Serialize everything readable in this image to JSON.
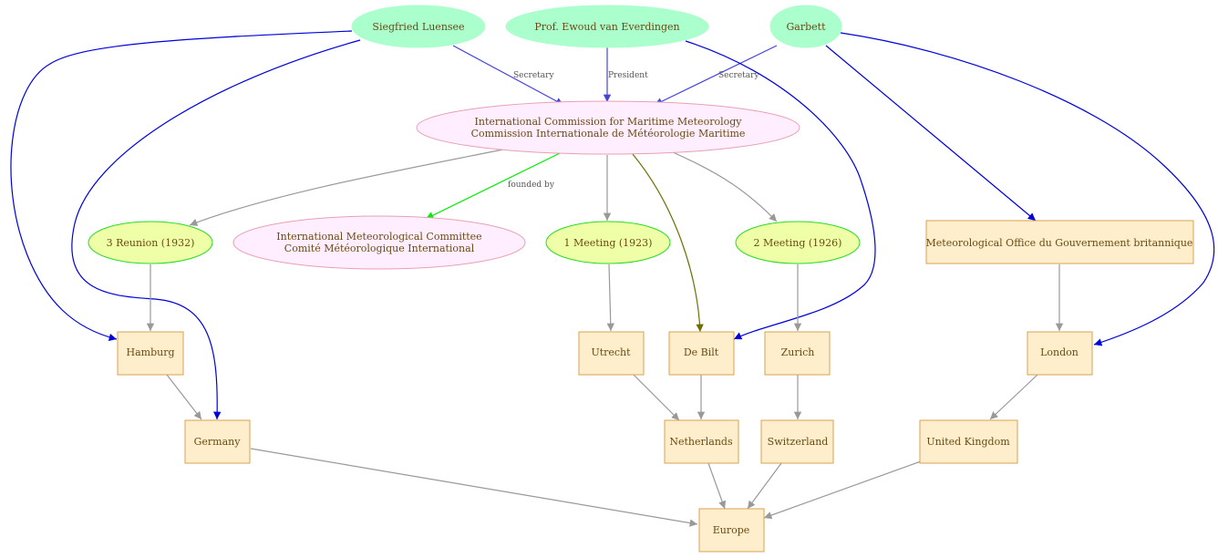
{
  "colors": {
    "person_fill": "#aaffcc",
    "commission_fill": "#ffeeff",
    "commission_stroke": "#e8a0b0",
    "meeting_fill": "#efffa8",
    "meeting_stroke": "#22dd22",
    "place_fill": "#ffeecc",
    "place_stroke": "#d9a050",
    "label_text": "#6b4a12",
    "edge_gray": "#999999",
    "edge_blue": "#0000dd",
    "edge_blue_light": "#4444dd",
    "edge_green": "#00ee00",
    "edge_olive": "#6b7000"
  },
  "nodes": {
    "siegfried": {
      "lines": [
        "Siegfried Luensee"
      ]
    },
    "everdingen": {
      "lines": [
        "Prof. Ewoud van Everdingen"
      ]
    },
    "garbett": {
      "lines": [
        "Garbett"
      ]
    },
    "icmm": {
      "lines": [
        "International Commission for Maritime Meteorology",
        "Commission Internationale de Météorologie Maritime"
      ]
    },
    "reunion1932": {
      "lines": [
        "3 Reunion (1932)"
      ]
    },
    "imc": {
      "lines": [
        "International Meteorological Committee",
        "Comité Météorologique International"
      ]
    },
    "meeting1923": {
      "lines": [
        "1 Meeting (1923)"
      ]
    },
    "meeting1926": {
      "lines": [
        "2 Meeting (1926)"
      ]
    },
    "metoffice": {
      "lines": [
        "Meteorological Office du Gouvernement britannique"
      ]
    },
    "hamburg": {
      "lines": [
        "Hamburg"
      ]
    },
    "utrecht": {
      "lines": [
        "Utrecht"
      ]
    },
    "debilt": {
      "lines": [
        "De Bilt"
      ]
    },
    "zurich": {
      "lines": [
        "Zurich"
      ]
    },
    "london": {
      "lines": [
        "London"
      ]
    },
    "germany": {
      "lines": [
        "Germany"
      ]
    },
    "netherlands": {
      "lines": [
        "Netherlands"
      ]
    },
    "switzerland": {
      "lines": [
        "Switzerland"
      ]
    },
    "uk": {
      "lines": [
        "United Kingdom"
      ]
    },
    "europe": {
      "lines": [
        "Europe"
      ]
    }
  },
  "edges": {
    "siegfried_icmm": "Secretary",
    "everdingen_icmm": "President",
    "garbett_icmm": "Secretary",
    "icmm_imc": "founded by"
  }
}
